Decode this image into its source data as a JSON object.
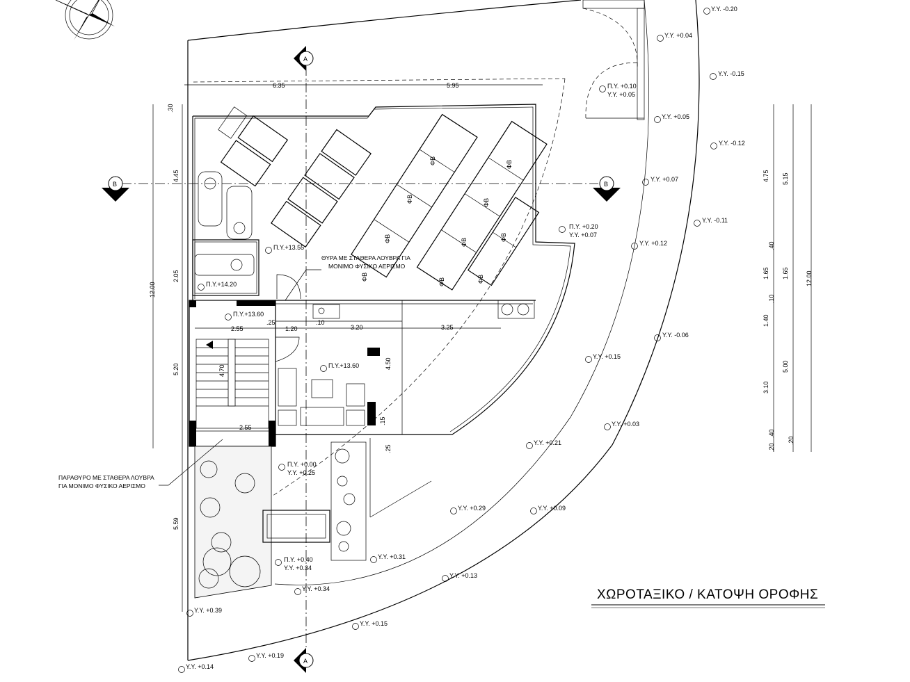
{
  "title": "ΧΩΡΟΤΑΞΙΚΟ / ΚΑΤΟΨΗ  ΟΡΟΦΗΣ",
  "notes": {
    "door_vent_line1": "ΘΥΡΑ ΜΕ ΣΤΑΘΕΡΑ ΛΟΥΒΡΑ ΓΙΑ",
    "door_vent_line2": "ΜΟΝΙΜΟ ΦΥΣΙΚΟ ΑΕΡΙΣΜΟ",
    "window_vent_line1": "ΠΑΡΑΘΥΡΟ ΜΕ ΣΤΑΘΕΡΑ ΛΟΥΒΡΑ",
    "window_vent_line2": "ΓΙΑ ΜΟΝΙΜΟ ΦΥΣΙΚΟ ΑΕΡΙΣΜΟ"
  },
  "sections": {
    "a_top": "A",
    "a_bottom": "A",
    "b_left": "B",
    "b_right": "B"
  },
  "panel_label": "ΦΒ",
  "levels": {
    "l1": "Π.Υ.+13.55",
    "l2": "Π.Υ.+14.20",
    "l3": "Π.Υ.+13.60",
    "l4": "Π.Υ.+13.60",
    "l5a": "Π.Υ. +0.00",
    "l5b": "Υ.Υ. +0.25",
    "l6a": "Π.Υ. +0.40",
    "l6b": "Υ.Υ. +0.34",
    "l7a": "Π.Υ. +0.10",
    "l7b": "Υ.Υ. +0.05",
    "l8a": "Π.Υ. +0.20",
    "l8b": "Υ.Υ. +0.07",
    "e1": "Υ.Υ.  -0.20",
    "e2": "Υ.Υ. +0.04",
    "e3": "Υ.Υ.  -0.15",
    "e4": "Υ.Υ. +0.05",
    "e5": "Υ.Υ.  -0.12",
    "e6": "Υ.Υ. +0.07",
    "e7": "Υ.Υ.  -0.11",
    "e8": "Υ.Υ. +0.12",
    "e9": "Υ.Υ.  -0.06",
    "e10": "Υ.Υ. +0.15",
    "e11": "Υ.Υ. +0.03",
    "e12": "Υ.Υ. +0.21",
    "e13": "Υ.Υ. +0.29",
    "e14": "Υ.Υ. +0.09",
    "e15": "Υ.Υ. +0.31",
    "e16": "Υ.Υ. +0.13",
    "e17": "Υ.Υ. +0.34",
    "e18": "Υ.Υ. +0.15",
    "e19": "Υ.Υ. +0.39",
    "e20": "Υ.Υ. +0.19",
    "e21": "Υ.Υ. +0.14"
  },
  "dims": {
    "top_left": "6.35",
    "top_right": "5.95",
    "left_30": ".30",
    "left_445": "4.45",
    "left_205": "2.05",
    "left_520": "5.20",
    "left_559": "5.59",
    "left_1200": "12.00",
    "stair_255a": "2.55",
    "stair_255b": "2.55",
    "stair_470": "4.70",
    "d_25": ".25",
    "d_120": "1.20",
    "d_10": ".10",
    "d_320": "3.20",
    "d_325": "3.25",
    "d_450": "4.50",
    "d_15": ".15",
    "d_25b": ".25",
    "r1_475": "4.75",
    "r1_40": ".40",
    "r1_165": "1.65",
    "r1_10": ".10",
    "r1_140": "1.40",
    "r1_310": "3.10",
    "r1_40b": ".40",
    "r1_20": ".20",
    "r2_515": "5.15",
    "r2_165": "1.65",
    "r2_500": "5.00",
    "r2_20": ".20",
    "r3_1200": "12.00"
  }
}
